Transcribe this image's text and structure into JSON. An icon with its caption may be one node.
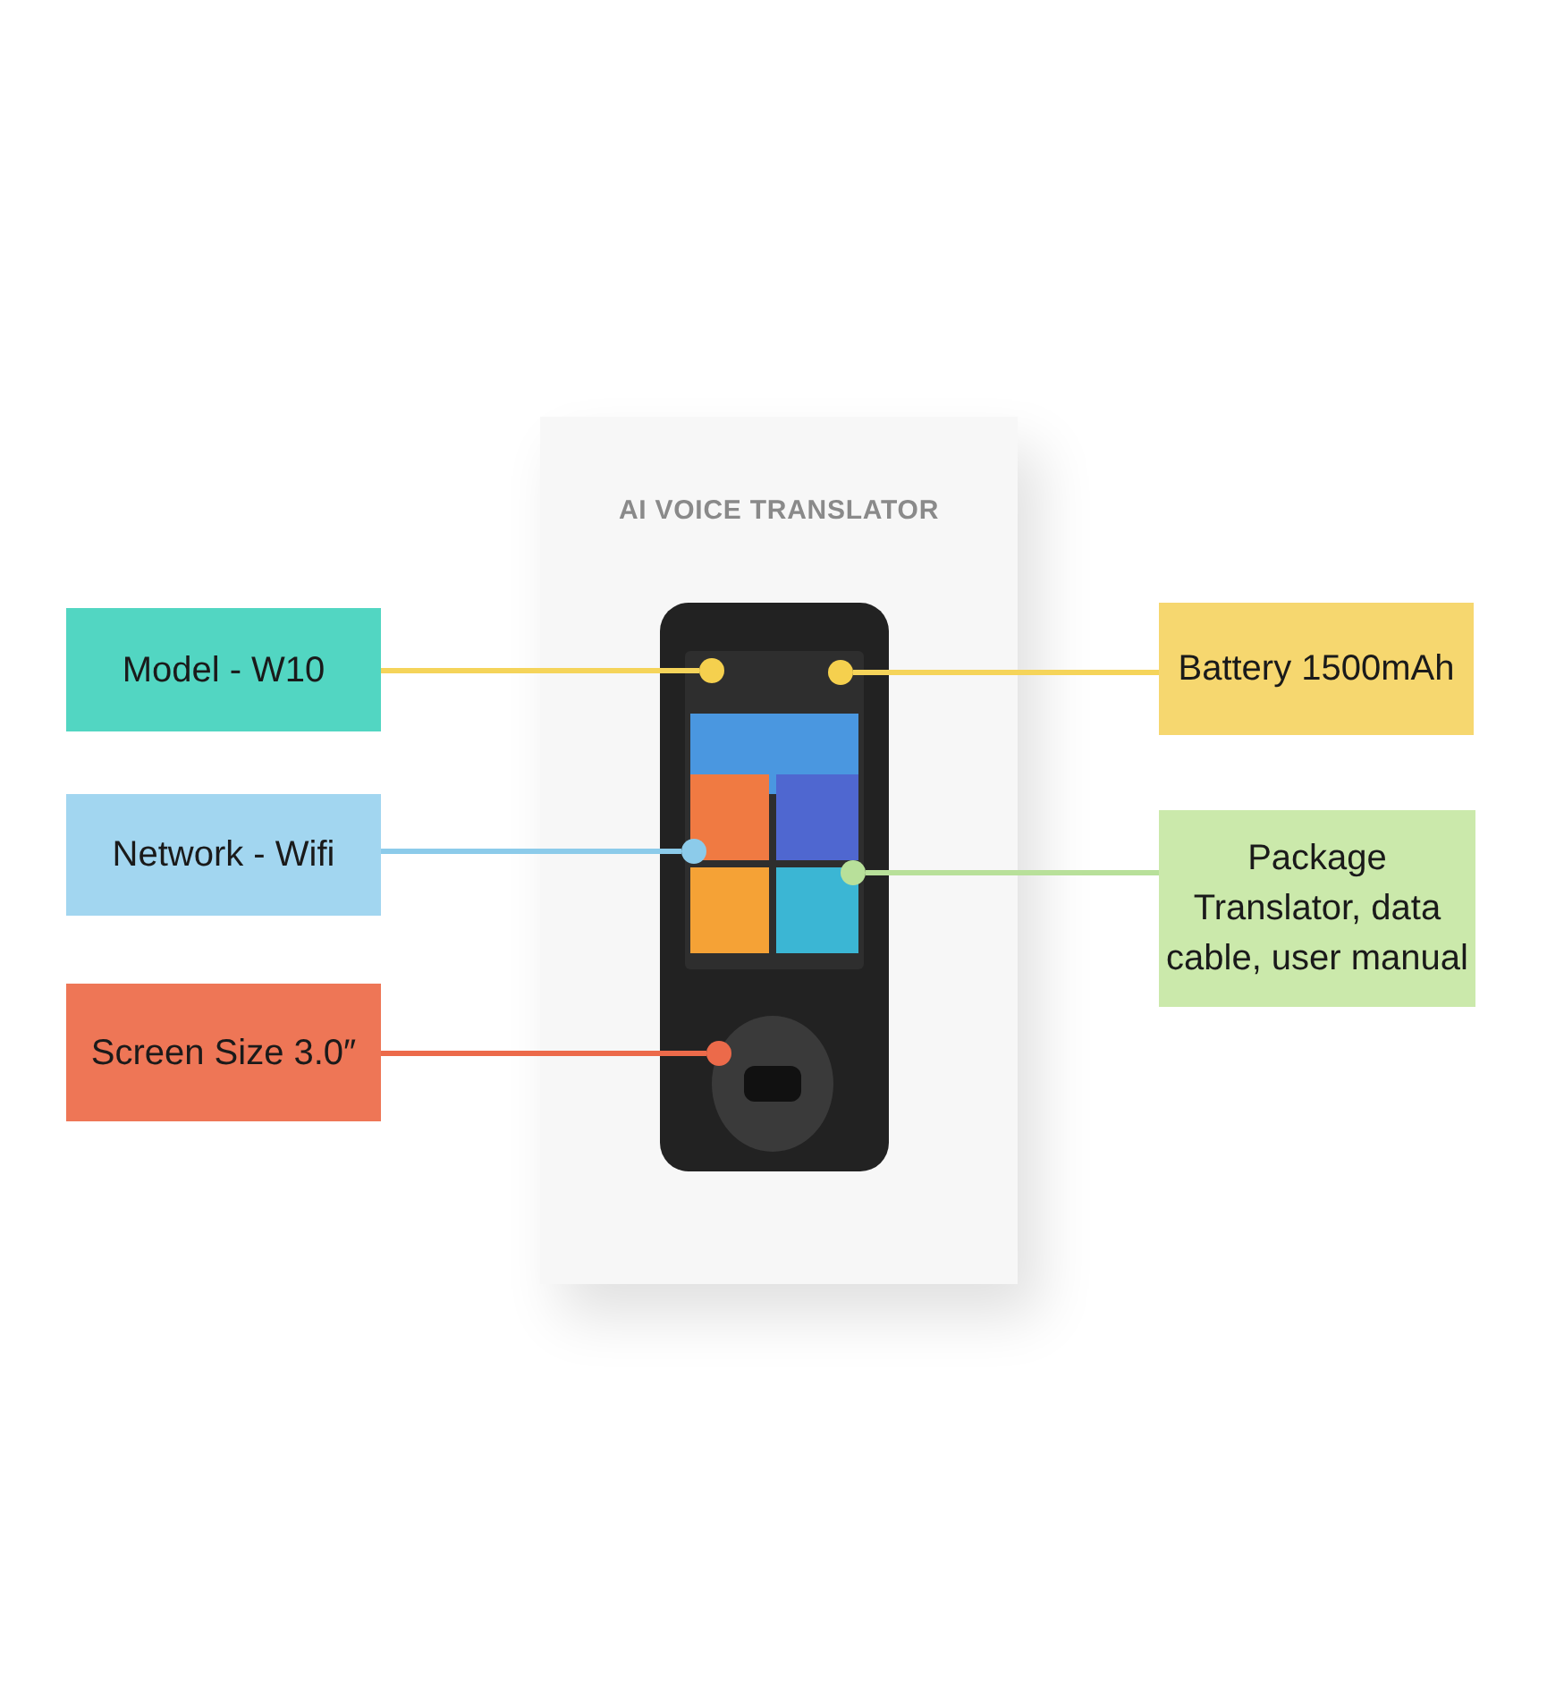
{
  "diagram": {
    "nodes": [
      {
        "text": [
          "Model - W10"
        ]
      },
      {
        "text": [
          "Network - Wifi"
        ]
      },
      {
        "text": [
          "Screen Size 3.0″"
        ]
      },
      {
        "text": [
          "Battery 1500mAh"
        ]
      },
      {
        "text": [
          "Package",
          "Translator, data cable, user manual"
        ]
      },
      {
        "text": [],
        "shape": "circle"
      },
      {
        "text": [],
        "shape": "circle"
      },
      {
        "text": [],
        "shape": "circle"
      },
      {
        "text": [],
        "shape": "circle"
      },
      {
        "text": [],
        "shape": "circle"
      }
    ],
    "edges": [
      {
        "from": 0,
        "to": 5,
        "arrow": "none",
        "color": "#f5d45a"
      },
      {
        "from": 3,
        "to": 6,
        "arrow": "none",
        "color": "#f5d45a"
      },
      {
        "from": 1,
        "to": 7,
        "arrow": "none",
        "color": "#8ccbea"
      },
      {
        "from": 4,
        "to": 8,
        "arrow": "none",
        "color": "#b8e09a"
      },
      {
        "from": 2,
        "to": 9,
        "arrow": "none",
        "color": "#ec6a4a"
      }
    ],
    "labels": [
      "AI VOICE TRANSLATOR"
    ]
  }
}
